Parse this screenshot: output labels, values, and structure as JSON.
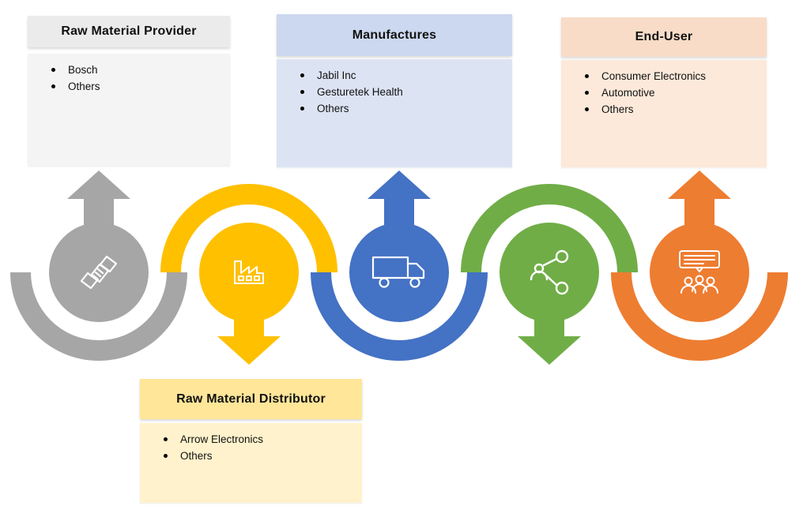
{
  "boxes": {
    "raw_material_provider": {
      "title": "Raw Material Provider",
      "items": [
        "Bosch",
        "Others"
      ],
      "header_bg": "#ebebeb",
      "body_bg": "#f4f4f4"
    },
    "manufactures": {
      "title": "Manufactures",
      "items": [
        "Jabil Inc",
        "Gesturetek Health",
        "Others"
      ],
      "header_bg": "#ccd8ef",
      "body_bg": "#dce4f3"
    },
    "end_user": {
      "title": "End-User",
      "items": [
        "Consumer Electronics",
        "Automotive",
        "Others"
      ],
      "header_bg": "#f8dcc8",
      "body_bg": "#fce9da"
    },
    "raw_material_distributor": {
      "title": "Raw Material Distributor",
      "items": [
        "Arrow Electronics",
        "Others"
      ],
      "header_bg": "#ffe699",
      "body_bg": "#fff2cc"
    }
  },
  "nodes": [
    {
      "id": "raw-material-provider",
      "icon": "handshake-icon",
      "color": "#a6a6a6",
      "arrow": "up"
    },
    {
      "id": "raw-material-distributor",
      "icon": "factory-icon",
      "color": "#ffc000",
      "arrow": "down"
    },
    {
      "id": "manufacturer",
      "icon": "truck-icon",
      "color": "#4472c4",
      "arrow": "up"
    },
    {
      "id": "distribution-network",
      "icon": "share-icon",
      "color": "#70ad47",
      "arrow": "down"
    },
    {
      "id": "end-user",
      "icon": "audience-icon",
      "color": "#ed7d31",
      "arrow": "up"
    }
  ]
}
